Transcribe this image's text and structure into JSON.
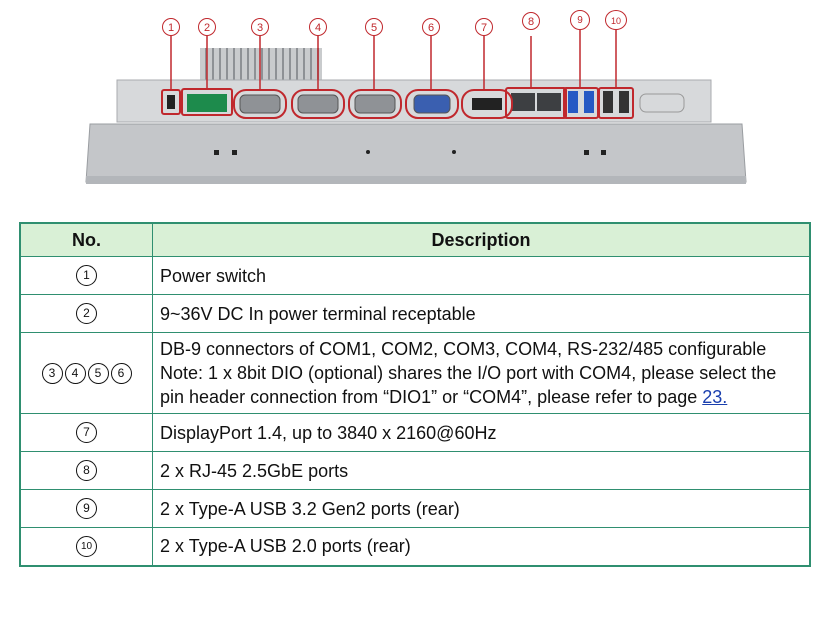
{
  "callouts": [
    "1",
    "2",
    "3",
    "4",
    "5",
    "6",
    "7",
    "8",
    "9",
    "10"
  ],
  "table": {
    "headers": {
      "no": "No.",
      "description": "Description"
    },
    "rows": [
      {
        "nums": [
          "1"
        ],
        "text": "Power switch"
      },
      {
        "nums": [
          "2"
        ],
        "text": "9~36V DC In power terminal receptable"
      },
      {
        "nums": [
          "3",
          "4",
          "5",
          "6"
        ],
        "line1": "DB-9 connectors of COM1, COM2, COM3, COM4, RS-232/485 configurable",
        "note": "Note: 1 x 8bit DIO (optional) shares the I/O port with COM4, please select the pin header connection from “DIO1” or “COM4”, please refer to page ",
        "link": "23."
      },
      {
        "nums": [
          "7"
        ],
        "text": "DisplayPort 1.4, up to 3840 x 2160@60Hz"
      },
      {
        "nums": [
          "8"
        ],
        "text": "2 x RJ-45 2.5GbE ports"
      },
      {
        "nums": [
          "9"
        ],
        "text": "2 x Type-A USB 3.2 Gen2 ports (rear)"
      },
      {
        "nums": [
          "10"
        ],
        "text": "2 x Type-A USB 2.0 ports (rear)"
      }
    ]
  },
  "colors": {
    "callout": "#c0282d",
    "table_border": "#2f8f70",
    "header_bg": "#d9f0d6",
    "link": "#1a3fae"
  }
}
